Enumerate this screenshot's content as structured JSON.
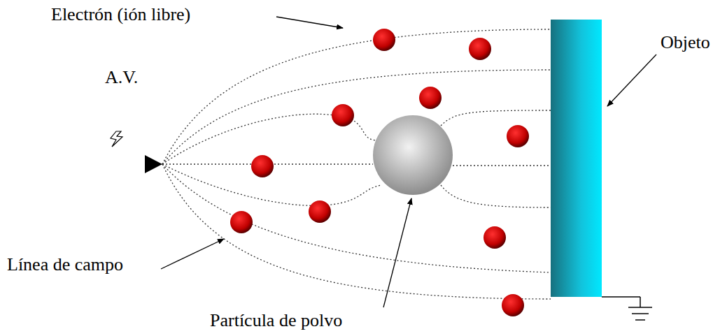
{
  "diagram": {
    "labels": [
      "Electrón (ión libre)",
      "Objeto",
      "A.V.",
      "Línea de campo",
      "Partícula de polvo"
    ]
  }
}
